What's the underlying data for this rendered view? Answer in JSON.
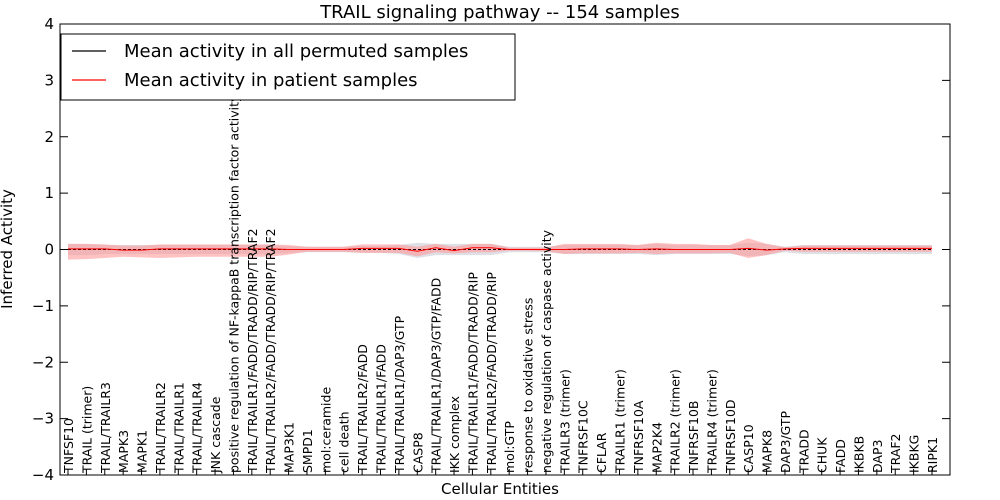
{
  "chart_data": {
    "type": "line",
    "title": "TRAIL signaling pathway -- 154 samples",
    "xlabel": "Cellular Entities",
    "ylabel": "Inferred Activity",
    "ylim": [
      -4,
      4
    ],
    "yticks": [
      "4",
      "3",
      "2",
      "1",
      "0",
      "−1",
      "−2",
      "−3",
      "−4"
    ],
    "ytick_values": [
      4,
      3,
      2,
      1,
      0,
      -1,
      -2,
      -3,
      -4
    ],
    "legend_position": "top-left",
    "grid": false,
    "categories": [
      "TNFSF10",
      "TRAIL (trimer)",
      "TRAIL/TRAILR3",
      "MAPK3",
      "MAPK1",
      "TRAIL/TRAILR2",
      "TRAIL/TRAILR1",
      "TRAIL/TRAILR4",
      "JNK cascade",
      "positive regulation of NF-kappaB transcription factor activity",
      "TRAIL/TRAILR1/FADD/TRADD/RIP/TRAF2",
      "TRAIL/TRAILR2/FADD/TRADD/RIP/TRAF2",
      "MAP3K1",
      "SMPD1",
      "mol:ceramide",
      "cell death",
      "TRAIL/TRAILR2/FADD",
      "TRAIL/TRAILR1/FADD",
      "TRAIL/TRAILR1/DAP3/GTP",
      "CASP8",
      "TRAIL/TRAILR1/DAP3/GTP/FADD",
      "IKK complex",
      "TRAIL/TRAILR1/FADD/TRADD/RIP",
      "TRAIL/TRAILR2/FADD/TRADD/RIP",
      "mol:GTP",
      "response to oxidative stress",
      "negative regulation of caspase activity",
      "TRAILR3 (trimer)",
      "TNFRSF10C",
      "CFLAR",
      "TRAILR1 (trimer)",
      "TNFRSF10A",
      "MAP2K4",
      "TRAILR2 (trimer)",
      "TNFRSF10B",
      "TRAILR4 (trimer)",
      "TNFRSF10D",
      "CASP10",
      "MAPK8",
      "DAP3/GTP",
      "TRADD",
      "CHUK",
      "FADD",
      "IKBKB",
      "DAP3",
      "TRAF2",
      "IKBKG",
      "RIPK1"
    ],
    "series": [
      {
        "name": "Mean activity in all permuted samples",
        "color": "#000000",
        "band_color": "#b8b8c8",
        "values": [
          0,
          0,
          0,
          0,
          0,
          0,
          0,
          0,
          0,
          0,
          0,
          0,
          0,
          0,
          0,
          0,
          0,
          0,
          0,
          0,
          0,
          0,
          0,
          0,
          0,
          0,
          0,
          0,
          0,
          0,
          0,
          0,
          0,
          0,
          0,
          0,
          0,
          0,
          0,
          0,
          0,
          0,
          0,
          0,
          0,
          0,
          0,
          0
        ],
        "lower": [
          -0.1,
          -0.1,
          -0.08,
          -0.08,
          -0.08,
          -0.08,
          -0.08,
          -0.08,
          -0.08,
          -0.08,
          -0.08,
          -0.08,
          -0.06,
          -0.05,
          -0.05,
          -0.05,
          -0.06,
          -0.06,
          -0.08,
          -0.15,
          -0.1,
          -0.1,
          -0.1,
          -0.1,
          -0.05,
          -0.05,
          -0.05,
          -0.08,
          -0.08,
          -0.08,
          -0.08,
          -0.08,
          -0.1,
          -0.08,
          -0.08,
          -0.08,
          -0.08,
          -0.12,
          -0.1,
          -0.05,
          -0.08,
          -0.08,
          -0.08,
          -0.08,
          -0.08,
          -0.08,
          -0.08,
          -0.08
        ],
        "upper": [
          0.1,
          0.1,
          0.08,
          0.08,
          0.08,
          0.08,
          0.08,
          0.08,
          0.08,
          0.08,
          0.08,
          0.08,
          0.06,
          0.05,
          0.05,
          0.05,
          0.06,
          0.06,
          0.08,
          0.12,
          0.1,
          0.1,
          0.1,
          0.1,
          0.05,
          0.05,
          0.05,
          0.08,
          0.08,
          0.08,
          0.08,
          0.08,
          0.1,
          0.08,
          0.08,
          0.08,
          0.08,
          0.12,
          0.1,
          0.05,
          0.08,
          0.08,
          0.08,
          0.08,
          0.08,
          0.08,
          0.08,
          0.08
        ]
      },
      {
        "name": "Mean activity in patient samples",
        "color": "#ff0000",
        "band_color": "#ff9090",
        "values": [
          0.01,
          0.01,
          0.01,
          -0.01,
          -0.01,
          0.01,
          0.01,
          0.01,
          0.01,
          0.01,
          0.01,
          0.01,
          0,
          0,
          0,
          0,
          0.02,
          0.02,
          0.02,
          -0.03,
          0.03,
          -0.02,
          0.03,
          0.03,
          0,
          0,
          0,
          0,
          0.01,
          0.01,
          0.01,
          0,
          0.01,
          0,
          0,
          0,
          0,
          0.02,
          -0.01,
          0.01,
          0.02,
          0.02,
          0.02,
          0.02,
          0.02,
          0.02,
          0.02,
          0.02
        ],
        "lower": [
          -0.18,
          -0.17,
          -0.15,
          -0.13,
          -0.14,
          -0.15,
          -0.14,
          -0.13,
          -0.13,
          -0.13,
          -0.13,
          -0.13,
          -0.09,
          -0.04,
          -0.04,
          -0.04,
          -0.06,
          -0.06,
          -0.06,
          -0.12,
          -0.05,
          -0.07,
          -0.05,
          -0.05,
          -0.02,
          -0.02,
          -0.03,
          -0.08,
          -0.07,
          -0.07,
          -0.07,
          -0.06,
          -0.08,
          -0.07,
          -0.07,
          -0.07,
          -0.06,
          -0.15,
          -0.1,
          -0.02,
          -0.04,
          -0.04,
          -0.04,
          -0.04,
          -0.04,
          -0.04,
          -0.04,
          -0.04
        ],
        "upper": [
          0.1,
          0.1,
          0.09,
          0.07,
          0.07,
          0.09,
          0.09,
          0.09,
          0.09,
          0.09,
          0.09,
          0.09,
          0.08,
          0.05,
          0.05,
          0.05,
          0.09,
          0.09,
          0.09,
          0.05,
          0.1,
          0.05,
          0.1,
          0.1,
          0.03,
          0.03,
          0.03,
          0.1,
          0.1,
          0.1,
          0.1,
          0.08,
          0.12,
          0.1,
          0.1,
          0.08,
          0.08,
          0.2,
          0.1,
          0.04,
          0.07,
          0.07,
          0.07,
          0.07,
          0.07,
          0.07,
          0.07,
          0.07
        ]
      }
    ]
  }
}
